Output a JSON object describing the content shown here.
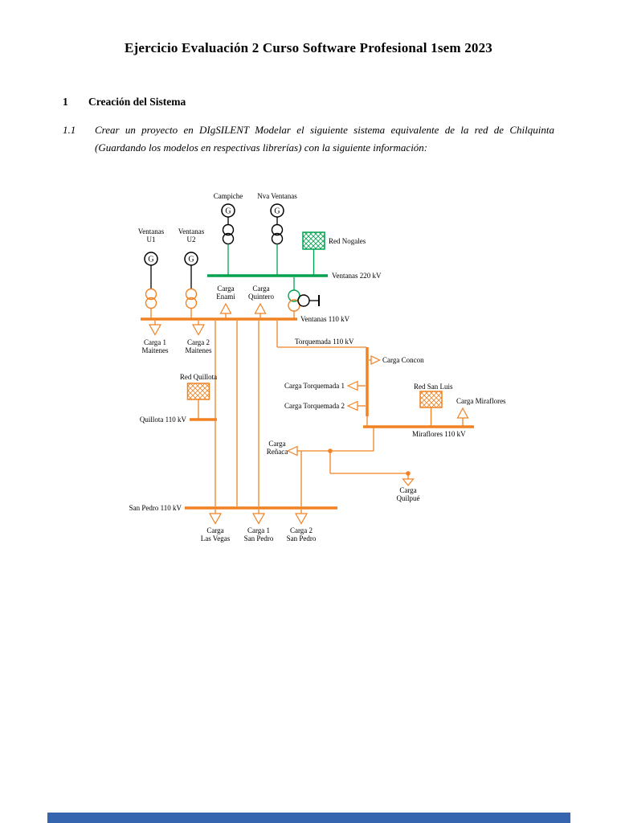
{
  "colors": {
    "green": "#00A14F",
    "orange": "#F08223",
    "blue": "#3465AE"
  },
  "document": {
    "title": "Ejercicio Evaluación 2 Curso Software Profesional 1sem 2023",
    "section_number": "1",
    "section_title": "Creación del Sistema",
    "item_number": "1.1",
    "item_text": "Crear un proyecto en DIgSILENT Modelar el siguiente sistema equivalente de la red de Chilquinta (Guardando los modelos en respectivas librerías) con la siguiente información:"
  },
  "diagram": {
    "gen_letter": "G",
    "labels": {
      "campiche": "Campiche",
      "nva_ventanas": "Nva Ventanas",
      "ventanas_u1_1": "Ventanas",
      "ventanas_u1_2": "U1",
      "ventanas_u2_1": "Ventanas",
      "ventanas_u2_2": "U2",
      "red_nogales": "Red Nogales",
      "bus_ventanas_220": "Ventanas 220 kV",
      "carga_enami_1": "Carga",
      "carga_enami_2": "Enami",
      "carga_quintero_1": "Carga",
      "carga_quintero_2": "Quintero",
      "bus_ventanas_110": "Ventanas 110 kV",
      "carga1_maitenes_1": "Carga 1",
      "carga1_maitenes_2": "Maitenes",
      "carga2_maitenes_1": "Carga 2",
      "carga2_maitenes_2": "Maitenes",
      "bus_torquemada": "Torquemada 110 kV",
      "carga_concon": "Carga  Concon",
      "carga_torquemada_1": "Carga  Torquemada 1",
      "carga_torquemada_2": "Carga  Torquemada 2",
      "red_san_luis": "Red San Luis",
      "carga_miraflores": "Carga Miraflores",
      "bus_miraflores": "Miraflores 110 kV",
      "red_quillota": "Red Quillota",
      "bus_quillota": "Quillota 110 kV",
      "carga_renaca_1": "Carga",
      "carga_renaca_2": "Reñaca",
      "carga_quilpue_1": "Carga",
      "carga_quilpue_2": "Quilpué",
      "bus_san_pedro": "San Pedro 110 kV",
      "carga_las_vegas_1": "Carga",
      "carga_las_vegas_2": "Las Vegas",
      "carga1_san_pedro_1": "Carga 1",
      "carga1_san_pedro_2": "San Pedro",
      "carga2_san_pedro_1": "Carga 2",
      "carga2_san_pedro_2": "San Pedro"
    }
  }
}
